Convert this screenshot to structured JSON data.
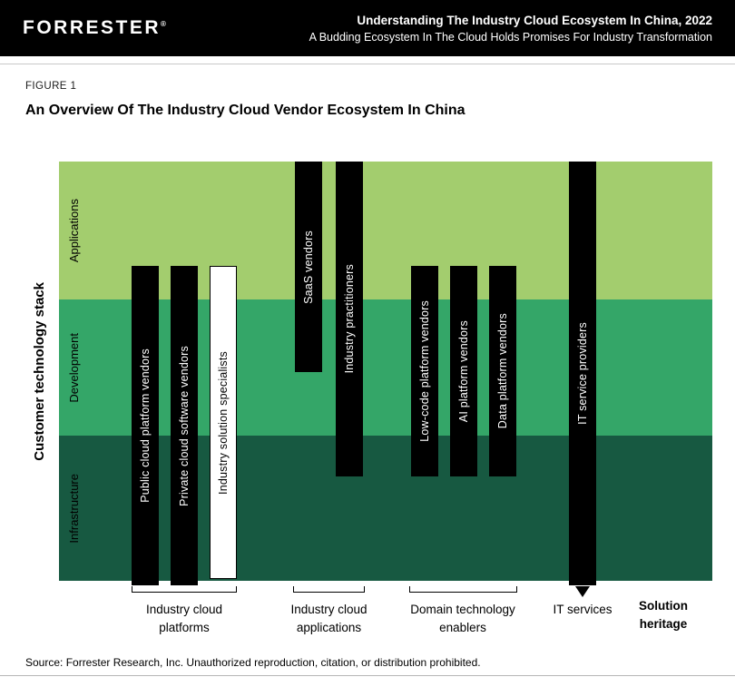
{
  "header": {
    "logo": "FORRESTER",
    "registered_mark": "®",
    "title": "Understanding The Industry Cloud Ecosystem In China, 2022",
    "subtitle": "A Budding Ecosystem In The Cloud Holds Promises For Industry Transformation",
    "background_color": "#000000"
  },
  "figure": {
    "label": "FIGURE 1",
    "title": "An Overview Of The Industry Cloud Vendor Ecosystem In China"
  },
  "diagram": {
    "y_axis_label": "Customer technology stack",
    "bands": [
      {
        "label": "Applications",
        "color": "#a3cd6e"
      },
      {
        "label": "Development",
        "color": "#34a668"
      },
      {
        "label": "Infrastructure",
        "color": "#175941"
      }
    ],
    "bars": [
      {
        "label": "Public cloud platform vendors",
        "color": "#000000",
        "spans": [
          "Applications (partial)",
          "Development",
          "Infrastructure"
        ]
      },
      {
        "label": "Private cloud software vendors",
        "color": "#000000",
        "spans": [
          "Applications (partial)",
          "Development",
          "Infrastructure"
        ]
      },
      {
        "label": "Industry solution specialists",
        "color": "#ffffff",
        "spans": [
          "Applications (partial)",
          "Development",
          "Infrastructure"
        ]
      },
      {
        "label": "SaaS vendors",
        "color": "#000000",
        "spans": [
          "Applications",
          "Development (partial)"
        ]
      },
      {
        "label": "Industry practitioners",
        "color": "#000000",
        "spans": [
          "Applications",
          "Development",
          "Infrastructure (partial)"
        ]
      },
      {
        "label": "Low-code platform vendors",
        "color": "#000000",
        "spans": [
          "Applications (partial)",
          "Development",
          "Infrastructure (partial)"
        ]
      },
      {
        "label": "AI platform vendors",
        "color": "#000000",
        "spans": [
          "Applications (partial)",
          "Development",
          "Infrastructure (partial)"
        ]
      },
      {
        "label": "Data platform vendors",
        "color": "#000000",
        "spans": [
          "Applications (partial)",
          "Development",
          "Infrastructure (partial)"
        ]
      },
      {
        "label": "IT service providers",
        "color": "#000000",
        "spans": [
          "Applications",
          "Development",
          "Infrastructure"
        ]
      }
    ],
    "groups": [
      {
        "label": "Industry cloud platforms"
      },
      {
        "label": "Industry cloud applications"
      },
      {
        "label": "Domain technology enablers"
      },
      {
        "label": "IT services"
      }
    ],
    "heritage_label": "Solution heritage"
  },
  "footer": {
    "source": "Source: Forrester Research, Inc. Unauthorized reproduction, citation, or distribution prohibited."
  }
}
